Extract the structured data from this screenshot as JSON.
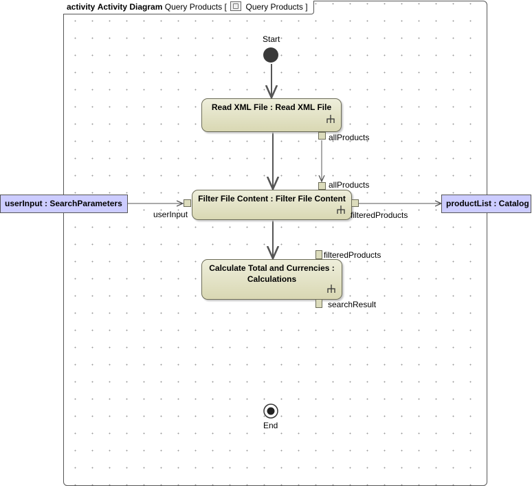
{
  "diagram": {
    "kind": "activity",
    "type": "Activity Diagram",
    "name": "Query Products",
    "bracket_open": "[",
    "bracket_close": "]",
    "behavior_name": "Query Products"
  },
  "initial_node": {
    "label": "Start"
  },
  "final_node": {
    "label": "End"
  },
  "actions": {
    "read_xml": {
      "label": "Read XML File : Read XML File",
      "output_pin": "allProducts"
    },
    "filter": {
      "label": "Filter File Content : Filter File Content",
      "input_pin_all": "allProducts",
      "input_pin_user": "userInput",
      "output_pin": "filteredProducts"
    },
    "calculate": {
      "label": "Calculate Total and Currencies : Calculations",
      "input_pin": "filteredProducts",
      "output_pin": "searchResult"
    }
  },
  "object_nodes": {
    "user_input": "userInput : SearchParameters",
    "product_list": "productList : Catalog"
  },
  "colors": {
    "action_fill_top": "#eeeedb",
    "action_fill_bottom": "#d9d8b3",
    "object_fill": "#ccccff",
    "edge": "#555555"
  }
}
